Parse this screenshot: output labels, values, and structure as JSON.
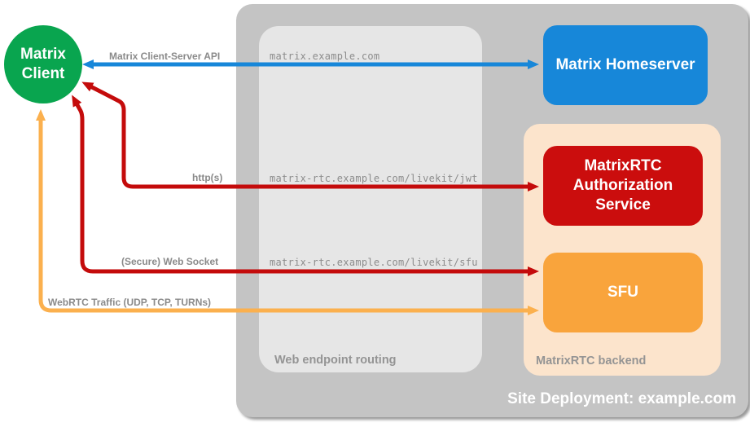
{
  "containers": {
    "site": {
      "label": "Site Deployment: example.com",
      "fill": "#c4c4c4",
      "label_color": "#ffffff"
    },
    "routing": {
      "label": "Web endpoint routing",
      "fill": "#e6e6e6",
      "label_color": "#949494"
    },
    "backend": {
      "label": "MatrixRTC backend",
      "fill": "#fce4cc",
      "label_color": "#949494"
    }
  },
  "nodes": {
    "client": {
      "label": "Matrix Client",
      "shape": "circle",
      "fill": "#09a54f",
      "text_color": "#ffffff"
    },
    "homeserver": {
      "label": "Matrix Homeserver",
      "shape": "rounded-rect",
      "fill": "#1787d9",
      "text_color": "#ffffff"
    },
    "auth_service": {
      "label": "MatrixRTC Authorization Service",
      "shape": "rounded-rect",
      "fill": "#cb0d0d",
      "text_color": "#ffffff"
    },
    "sfu": {
      "label": "SFU",
      "shape": "rounded-rect",
      "fill": "#f9a43c",
      "text_color": "#ffffff"
    }
  },
  "endpoints": [
    "matrix.example.com",
    "matrix-rtc.example.com/livekit/jwt",
    "matrix-rtc.example.com/livekit/sfu"
  ],
  "connections": [
    {
      "label": "Matrix Client-Server API",
      "from": "Matrix Client",
      "to": "Matrix Homeserver",
      "via": "matrix.example.com",
      "color": "#1787d9",
      "bidirectional": true
    },
    {
      "label": "http(s)",
      "from": "Matrix Client",
      "to": "MatrixRTC Authorization Service",
      "via": "matrix-rtc.example.com/livekit/jwt",
      "color": "#c40b0b",
      "bidirectional": true
    },
    {
      "label": "(Secure) Web Socket",
      "from": "Matrix Client",
      "to": "SFU",
      "via": "matrix-rtc.example.com/livekit/sfu",
      "color": "#c40b0b",
      "bidirectional": true
    },
    {
      "label": "WebRTC Traffic (UDP, TCP, TURNs)",
      "from": "Matrix Client",
      "to": "SFU",
      "color": "#fbb04e",
      "bidirectional": true
    }
  ]
}
